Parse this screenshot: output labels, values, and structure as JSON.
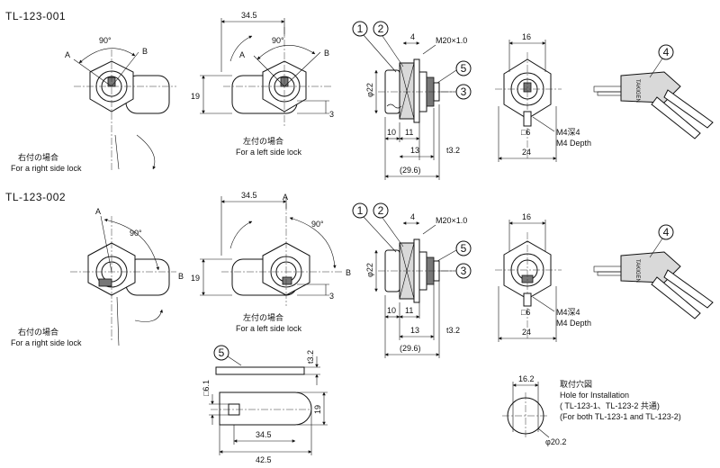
{
  "models": [
    {
      "code": "TL-123-001"
    },
    {
      "code": "TL-123-002"
    }
  ],
  "captions": {
    "right_jp": "右付の場合",
    "right_en": "For a right side lock",
    "left_jp": "左付の場合",
    "left_en": "For a left side lock"
  },
  "angles": {
    "ninety": "90°",
    "A": "A",
    "B": "B"
  },
  "dims": {
    "d34_5": "34.5",
    "d19": "19",
    "d3": "3",
    "d4": "4",
    "thread": "M20×1.0",
    "phi22": "φ22",
    "d10": "10",
    "d11": "11",
    "d13": "13",
    "t3_2": "t3.2",
    "d29_6": "(29.6)",
    "d16": "16",
    "sq6": "□6",
    "m4_jp": "M4深4",
    "m4_en": "M4 Depth",
    "d24": "24",
    "sq6_1": "□6.1",
    "d42_5": "42.5",
    "d16_2": "16.2",
    "phi20_2": "φ20.2"
  },
  "callouts": [
    "1",
    "2",
    "3",
    "4",
    "5"
  ],
  "installation": {
    "jp": "取付穴図",
    "en": "Hole for Installation",
    "common_jp": "( TL-123-1、TL-123-2 共通)",
    "common_en": "(For both TL-123-1 and TL-123-2)"
  },
  "key_marking": "TAKIGEN"
}
